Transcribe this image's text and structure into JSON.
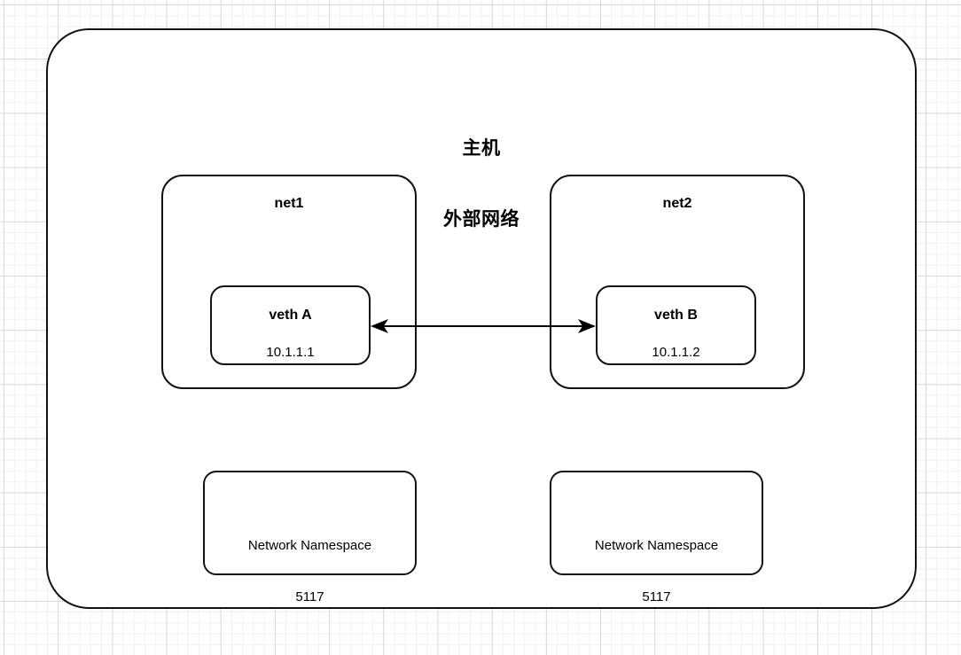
{
  "diagram": {
    "type": "network-topology",
    "host": {
      "title_line1": "主机",
      "title_line2": "外部网络"
    },
    "networks": [
      {
        "name": "net1",
        "veth": {
          "name": "veth A",
          "ip": "10.1.1.1"
        }
      },
      {
        "name": "net2",
        "veth": {
          "name": "veth B",
          "ip": "10.1.1.2"
        }
      }
    ],
    "namespaces": [
      {
        "label": "Network Namespace",
        "id": "5117"
      },
      {
        "label": "Network Namespace",
        "id": "5117"
      }
    ],
    "connection": {
      "from": "veth A",
      "to": "veth B",
      "style": "double-headed-arrow"
    },
    "colors": {
      "stroke": "#121212",
      "fill": "#ffffff",
      "grid_minor": "#f1f1f1",
      "grid_major": "#d9d9d9"
    }
  }
}
